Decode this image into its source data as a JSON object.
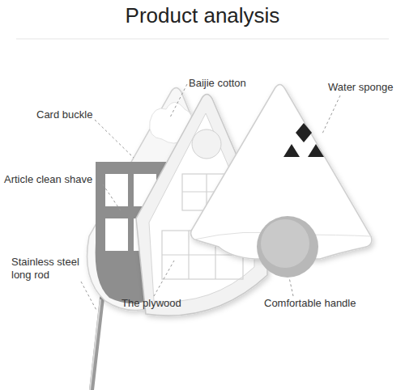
{
  "diagram": {
    "title": "Product analysis",
    "labels": [
      "Baijie cotton",
      "Water sponge",
      "Card buckle",
      "Article clean shave",
      "Stainless steel long rod",
      "The plywood",
      "Comfortable handle"
    ]
  }
}
